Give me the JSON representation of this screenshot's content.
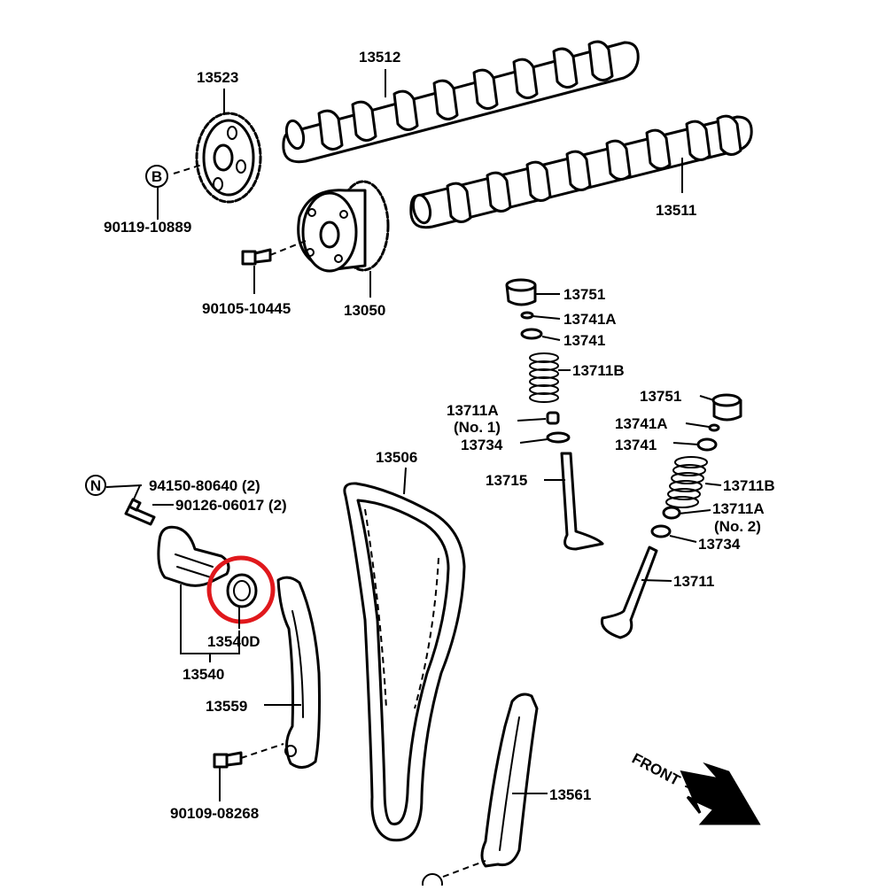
{
  "labels": {
    "camshaft_exhaust": "13512",
    "camshaft_intake": "13511",
    "cam_sprocket": "13523",
    "bolt_b": "90119-10889",
    "bolt_vvt": "90105-10445",
    "vvt_gear": "13050",
    "lifter_left": "13751",
    "keeper_left": "13741A",
    "retainer_left": "13741",
    "spring_left": "13711B",
    "seal_left": "13711A",
    "seal_left_note": "(No. 1)",
    "seat_left": "13734",
    "valve_left": "13715",
    "lifter_right": "13751",
    "keeper_right": "13741A",
    "retainer_right": "13741",
    "spring_right": "13711B",
    "seal_right": "13711A",
    "seal_right_note": "(No. 2)",
    "seat_right": "13734",
    "valve_right": "13711",
    "timing_chain": "13506",
    "nut_n": "94150-80640 (2)",
    "stud": "90126-06017 (2)",
    "tensioner_gasket": "13540D",
    "tensioner": "13540",
    "slipper": "13559",
    "bolt_slipper": "90109-08268",
    "damper": "13561",
    "front": "FRONT"
  },
  "callouts": {
    "b": "B",
    "n": "N"
  },
  "highlight_color": "#e0181c"
}
